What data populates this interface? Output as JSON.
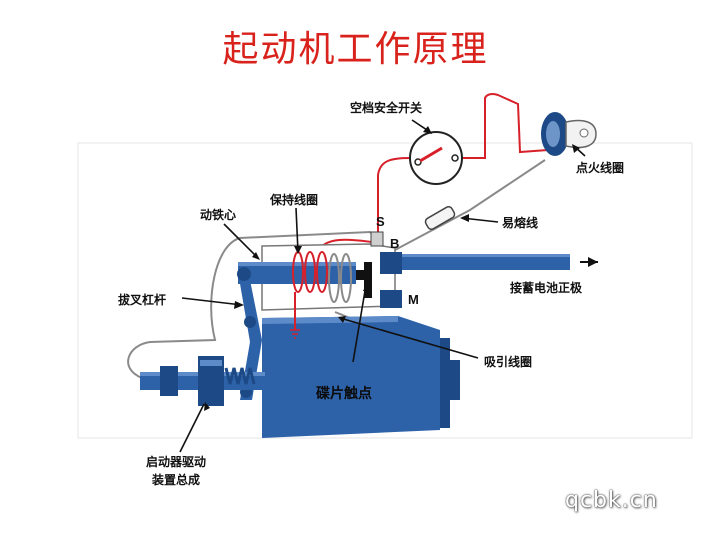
{
  "title": "起动机工作原理",
  "labels": {
    "neutral_switch": "空档安全开关",
    "ignition_coil": "点火线圈",
    "fuse": "易熔线",
    "plunger": "动铁心",
    "hold_coil": "保持线圈",
    "battery_positive": "接蓄电池正极",
    "shift_lever": "拔叉杠杆",
    "pull_coil": "吸引线圈",
    "disc_contact": "碟片触点",
    "drive_assembly_line1": "启动器驱动",
    "drive_assembly_line2": "装置总成",
    "terminal_s": "S",
    "terminal_b": "B",
    "terminal_m": "M"
  },
  "watermark": "qcbk.cn",
  "colors": {
    "title": "#d9221b",
    "wire_red": "#d8202a",
    "wire_gray": "#8a8a8a",
    "body_blue": "#2d62a9",
    "body_dark": "#1d4a86",
    "coil_red": "#d8202a"
  }
}
